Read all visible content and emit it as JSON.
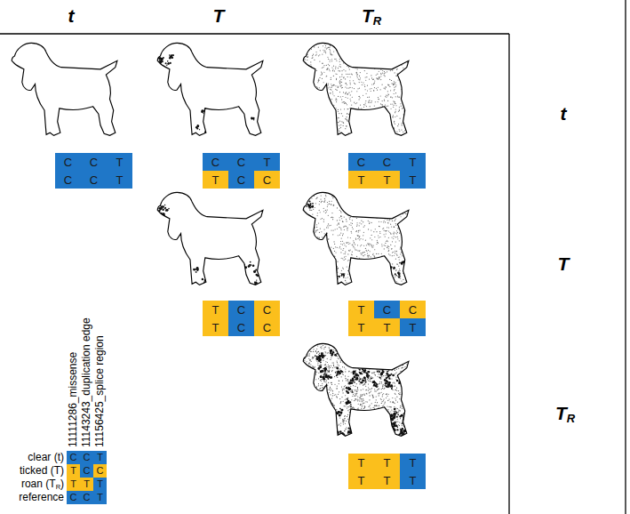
{
  "diagram": {
    "nodes": [
      {
        "text": [
          "C"
        ]
      },
      {
        "text": [
          "C"
        ]
      },
      {
        "text": [
          "T"
        ]
      },
      {
        "text": [
          "C"
        ]
      },
      {
        "text": [
          "C"
        ]
      },
      {
        "text": [
          "T"
        ]
      },
      {
        "text": [
          "C"
        ]
      },
      {
        "text": [
          "C"
        ]
      },
      {
        "text": [
          "T"
        ]
      },
      {
        "text": [
          "T"
        ]
      },
      {
        "text": [
          "C"
        ]
      },
      {
        "text": [
          "C"
        ]
      },
      {
        "text": [
          "C"
        ]
      },
      {
        "text": [
          "C"
        ]
      },
      {
        "text": [
          "T"
        ]
      },
      {
        "text": [
          "T"
        ]
      },
      {
        "text": [
          "T"
        ]
      },
      {
        "text": [
          "T"
        ]
      },
      {
        "text": [
          "T"
        ]
      },
      {
        "text": [
          "C"
        ]
      },
      {
        "text": [
          "C"
        ]
      },
      {
        "text": [
          "T"
        ]
      },
      {
        "text": [
          "C"
        ]
      },
      {
        "text": [
          "C"
        ]
      },
      {
        "text": [
          "T"
        ]
      },
      {
        "text": [
          "C"
        ]
      },
      {
        "text": [
          "C"
        ]
      },
      {
        "text": [
          "T"
        ]
      },
      {
        "text": [
          "T"
        ]
      },
      {
        "text": [
          "T"
        ]
      },
      {
        "text": [
          "T"
        ]
      },
      {
        "text": [
          "T"
        ]
      },
      {
        "text": [
          "T"
        ]
      },
      {
        "text": [
          "T"
        ]
      },
      {
        "text": [
          "T"
        ]
      },
      {
        "text": [
          "T"
        ]
      },
      {
        "text": [
          "C"
        ]
      },
      {
        "text": [
          "C"
        ]
      },
      {
        "text": [
          "T"
        ]
      },
      {
        "text": [
          "T"
        ]
      },
      {
        "text": [
          "C"
        ]
      },
      {
        "text": [
          "C"
        ]
      },
      {
        "text": [
          "T"
        ]
      },
      {
        "text": [
          "T"
        ]
      },
      {
        "text": [
          "T"
        ]
      },
      {
        "text": [
          "C"
        ]
      },
      {
        "text": [
          "C"
        ]
      },
      {
        "text": [
          "T"
        ]
      }
    ],
    "labels": [
      "t",
      "T",
      "TR",
      "t",
      "T",
      "TR",
      "11111286_missense",
      "11143243_duplication edge",
      "11156425_splice region",
      "clear (t)",
      "ticked (T)",
      "roan (TR)",
      "reference"
    ]
  }
}
